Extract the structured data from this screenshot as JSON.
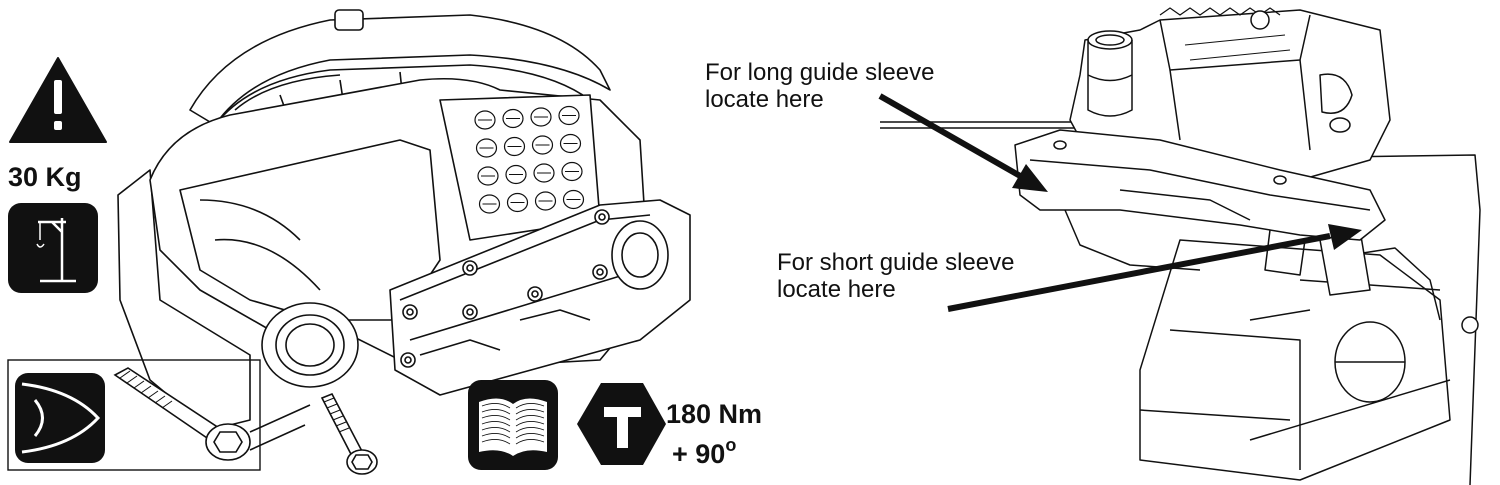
{
  "warning": {
    "weight_label": "30 Kg"
  },
  "torque": {
    "value_label": "180 Nm",
    "angle_label": "+ 90",
    "angle_unit": "o"
  },
  "callouts": {
    "long_sleeve": {
      "line1": "For long guide sleeve",
      "line2": "locate here"
    },
    "short_sleeve": {
      "line1": "For short guide sleeve",
      "line2": "locate here"
    }
  },
  "icons": {
    "warning": "warning-triangle-icon",
    "lifting": "hoist-lifting-icon",
    "inspect": "eye-inspect-icon",
    "manual": "open-manual-icon",
    "torque": "torque-hexagon-icon"
  },
  "colors": {
    "ink": "#111111",
    "background": "#ffffff"
  }
}
